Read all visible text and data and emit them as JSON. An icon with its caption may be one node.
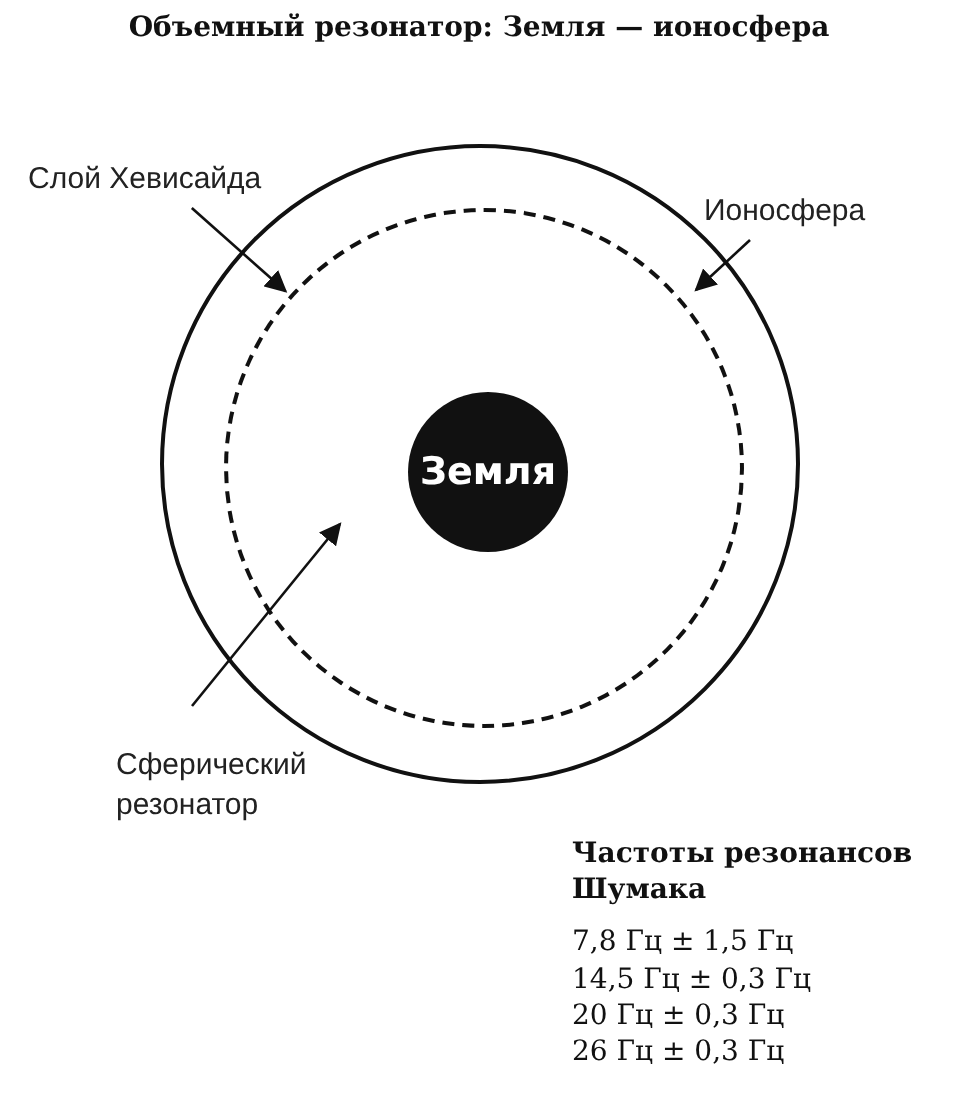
{
  "diagram": {
    "title": "Объемный резонатор: Земля — ионосфера",
    "nodes": [
      {
        "text": [],
        "shape": "circle"
      },
      {
        "text": [],
        "shape": "circle",
        "in": 0
      },
      {
        "text": [
          "Земля"
        ],
        "in": 1
      },
      {
        "text": [
          "Слой Хевисайда"
        ]
      },
      {
        "text": [
          "Ионосфера"
        ]
      },
      {
        "text": [
          "Сферический резонатор"
        ]
      }
    ],
    "edges": [
      {
        "from": 3,
        "to": 1,
        "arrow": "to"
      },
      {
        "from": 4,
        "to": null,
        "arrow": "to"
      },
      {
        "from": 5,
        "to": null,
        "arrow": "to"
      }
    ],
    "labels": [
      "Частоты резонансов Шумака",
      "7,8 Гц ± 1,5 Гц",
      "14,5 Гц ± 0,3 Гц",
      "20 Гц ± 0,3 Гц",
      "26 Гц ± 0,3 Гц"
    ]
  }
}
